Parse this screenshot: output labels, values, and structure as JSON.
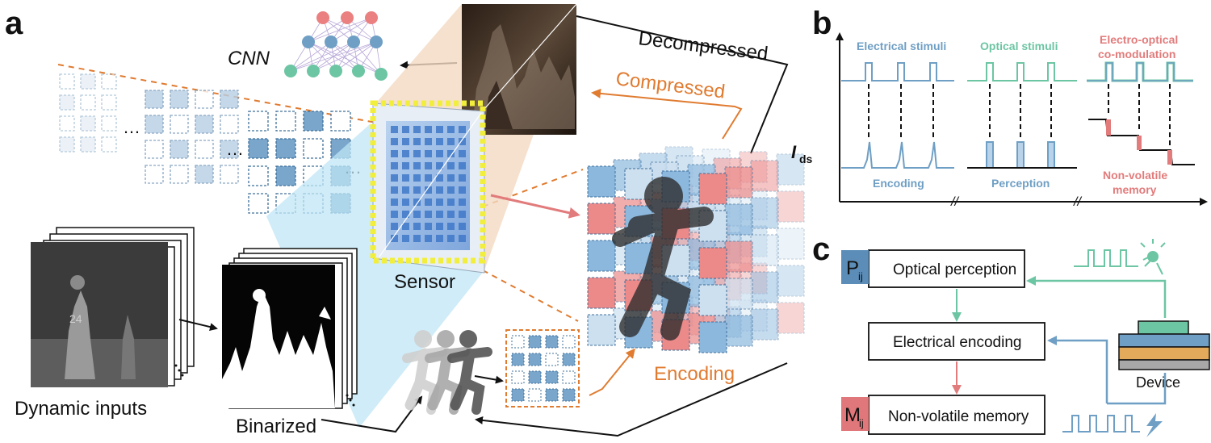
{
  "panels": {
    "a": "a",
    "b": "b",
    "c": "c"
  },
  "panel_a": {
    "cnn": "CNN",
    "decompressed": "Decompressed",
    "compressed": "Compressed",
    "sensor": "Sensor",
    "encoding": "Encoding",
    "dynamic_inputs": "Dynamic inputs",
    "binarized": "Binarized",
    "ellipsis": "…",
    "jersey_number": "24"
  },
  "panel_b": {
    "y_axis_main": "I",
    "y_axis_sub": "ds",
    "break_mark": "//",
    "sections": [
      {
        "top": "Electrical stimuli",
        "bottom": "Encoding"
      },
      {
        "top": "Optical stimuli",
        "bottom": "Perception"
      },
      {
        "top_line1": "Electro-optical",
        "top_line2": "co-modulation",
        "bottom_line1": "Non-volatile",
        "bottom_line2": "memory"
      }
    ]
  },
  "panel_c": {
    "p_symbol": "P",
    "p_sub": "ij",
    "m_symbol": "M",
    "m_sub": "ij",
    "optical_perception": "Optical perception",
    "electrical_encoding": "Electrical encoding",
    "nonvolatile_memory": "Non-volatile memory",
    "device": "Device"
  },
  "colors": {
    "orange": "#e07b30",
    "blue": "#6f9fc4",
    "green": "#6cc5a3",
    "red": "#e27b7b",
    "p_box": "#5b8db8",
    "m_box": "#e0777a"
  }
}
